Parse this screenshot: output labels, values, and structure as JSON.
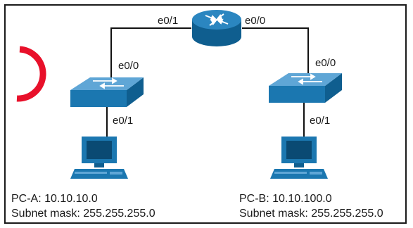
{
  "router": {
    "left_interface": "e0/1",
    "right_interface": "e0/0"
  },
  "switch_left": {
    "uplink_interface": "e0/0",
    "downlink_interface": "e0/1"
  },
  "switch_right": {
    "uplink_interface": "e0/0",
    "downlink_interface": "e0/1"
  },
  "pc_a": {
    "address_line": "PC-A: 10.10.10.0",
    "mask_line": "Subnet mask: 255.255.255.0"
  },
  "pc_b": {
    "address_line": "PC-B: 10.10.100.0",
    "mask_line": "Subnet mask: 255.255.255.0"
  },
  "colors": {
    "device_top": "#5fa6d6",
    "device_side": "#0f5e8f",
    "device_front": "#1b77b0",
    "cable": "#111111",
    "watermark": "#e8102a"
  }
}
